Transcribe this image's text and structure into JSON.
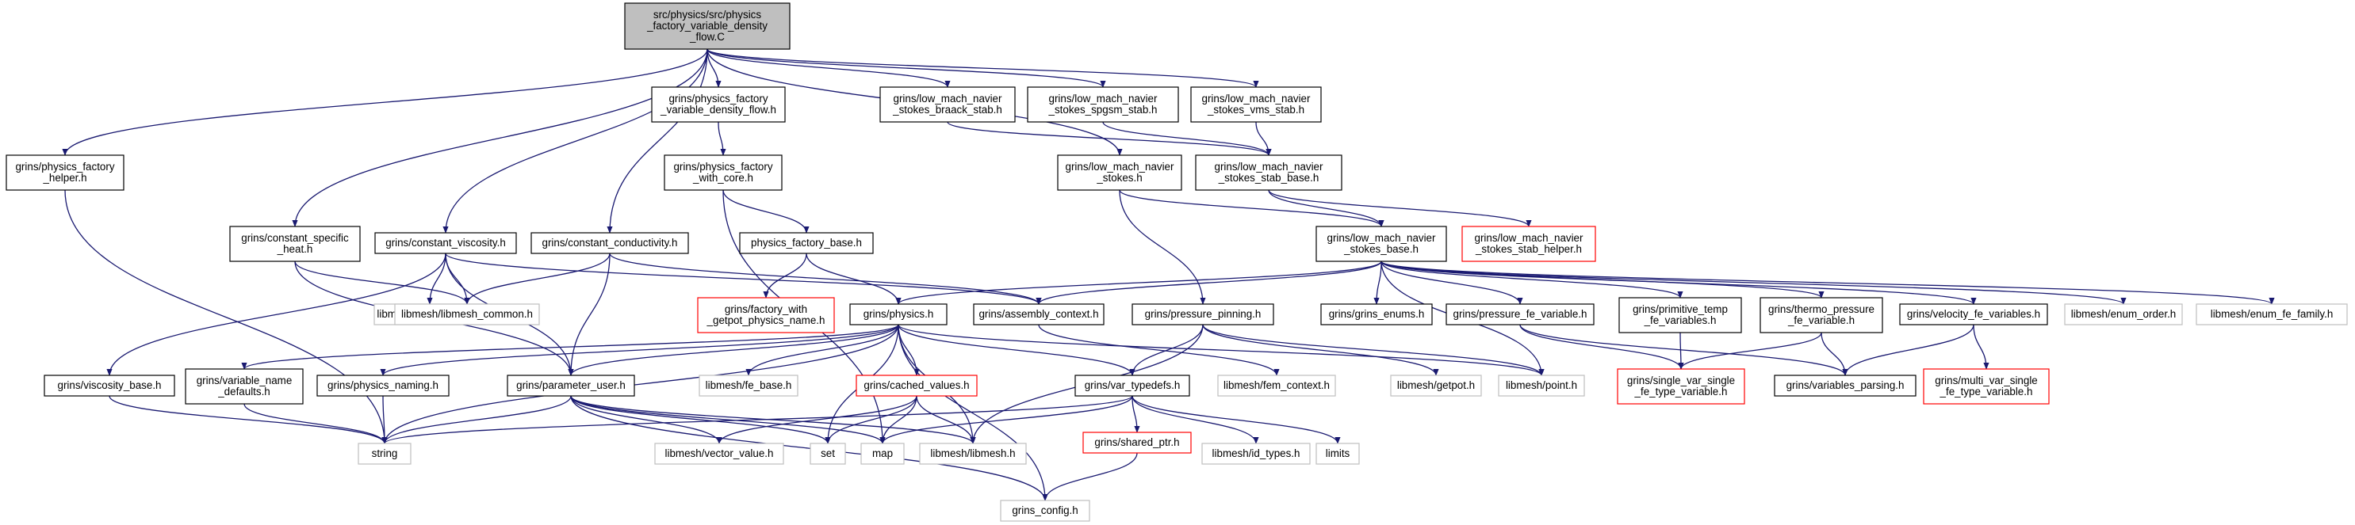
{
  "graph": {
    "colors": {
      "edge": "#191970",
      "root_fill": "#bfbfbf",
      "default_border": "#000000",
      "missing_border": "#ff0000",
      "external_border": "#bfbfbf",
      "text": "#000000"
    },
    "nodes": [
      {
        "id": "root",
        "lines": [
          "src/physics/src/physics",
          "_factory_variable_density",
          "_flow.C"
        ],
        "style": "root"
      },
      {
        "id": "pf_helper",
        "lines": [
          "grins/physics_factory",
          "_helper.h"
        ],
        "style": "default"
      },
      {
        "id": "const_spec_heat",
        "lines": [
          "grins/constant_specific",
          "_heat.h"
        ],
        "style": "default"
      },
      {
        "id": "const_visc",
        "lines": [
          "grins/constant_viscosity.h"
        ],
        "style": "default"
      },
      {
        "id": "const_cond",
        "lines": [
          "grins/constant_conductivity.h"
        ],
        "style": "default"
      },
      {
        "id": "pf_vdf",
        "lines": [
          "grins/physics_factory",
          "_variable_density_flow.h"
        ],
        "style": "default"
      },
      {
        "id": "lmns_braack",
        "lines": [
          "grins/low_mach_navier",
          "_stokes_braack_stab.h"
        ],
        "style": "default"
      },
      {
        "id": "lmns_spgsm",
        "lines": [
          "grins/low_mach_navier",
          "_stokes_spgsm_stab.h"
        ],
        "style": "default"
      },
      {
        "id": "lmns_vms",
        "lines": [
          "grins/low_mach_navier",
          "_stokes_vms_stab.h"
        ],
        "style": "default"
      },
      {
        "id": "pf_core",
        "lines": [
          "grins/physics_factory",
          "_with_core.h"
        ],
        "style": "default"
      },
      {
        "id": "lmns",
        "lines": [
          "grins/low_mach_navier",
          "_stokes.h"
        ],
        "style": "default"
      },
      {
        "id": "lmns_stab_base",
        "lines": [
          "grins/low_mach_navier",
          "_stokes_stab_base.h"
        ],
        "style": "default"
      },
      {
        "id": "pf_base",
        "lines": [
          "physics_factory_base.h"
        ],
        "style": "default"
      },
      {
        "id": "lmns_base",
        "lines": [
          "grins/low_mach_navier",
          "_stokes_base.h"
        ],
        "style": "default"
      },
      {
        "id": "lmns_stab_helper",
        "lines": [
          "grins/low_mach_navier",
          "_stokes_stab_helper.h"
        ],
        "style": "missing"
      },
      {
        "id": "fem_system",
        "lines": [
          "libmesh/fem_system.h"
        ],
        "style": "external"
      },
      {
        "id": "libmesh_common",
        "lines": [
          "libmesh/libmesh_common.h"
        ],
        "style": "external"
      },
      {
        "id": "factory_getpot",
        "lines": [
          "grins/factory_with",
          "_getpot_physics_name.h"
        ],
        "style": "missing"
      },
      {
        "id": "physics",
        "lines": [
          "grins/physics.h"
        ],
        "style": "default"
      },
      {
        "id": "assembly_ctx",
        "lines": [
          "grins/assembly_context.h"
        ],
        "style": "default"
      },
      {
        "id": "pressure_pinning",
        "lines": [
          "grins/pressure_pinning.h"
        ],
        "style": "default"
      },
      {
        "id": "grins_enums",
        "lines": [
          "grins/grins_enums.h"
        ],
        "style": "default"
      },
      {
        "id": "pressure_fe",
        "lines": [
          "grins/pressure_fe_variable.h"
        ],
        "style": "default"
      },
      {
        "id": "prim_temp",
        "lines": [
          "grins/primitive_temp",
          "_fe_variables.h"
        ],
        "style": "default"
      },
      {
        "id": "thermo_press",
        "lines": [
          "grins/thermo_pressure",
          "_fe_variable.h"
        ],
        "style": "default"
      },
      {
        "id": "velocity_fe",
        "lines": [
          "grins/velocity_fe_variables.h"
        ],
        "style": "default"
      },
      {
        "id": "enum_order",
        "lines": [
          "libmesh/enum_order.h"
        ],
        "style": "external"
      },
      {
        "id": "enum_fe_family",
        "lines": [
          "libmesh/enum_fe_family.h"
        ],
        "style": "external"
      },
      {
        "id": "viscosity_base",
        "lines": [
          "grins/viscosity_base.h"
        ],
        "style": "default"
      },
      {
        "id": "var_name_defaults",
        "lines": [
          "grins/variable_name",
          "_defaults.h"
        ],
        "style": "default"
      },
      {
        "id": "physics_naming",
        "lines": [
          "grins/physics_naming.h"
        ],
        "style": "default"
      },
      {
        "id": "param_user",
        "lines": [
          "grins/parameter_user.h"
        ],
        "style": "default"
      },
      {
        "id": "fe_base",
        "lines": [
          "libmesh/fe_base.h"
        ],
        "style": "external"
      },
      {
        "id": "cached_values",
        "lines": [
          "grins/cached_values.h"
        ],
        "style": "missing"
      },
      {
        "id": "var_typedefs",
        "lines": [
          "grins/var_typedefs.h"
        ],
        "style": "default"
      },
      {
        "id": "fem_context",
        "lines": [
          "libmesh/fem_context.h"
        ],
        "style": "external"
      },
      {
        "id": "getpot",
        "lines": [
          "libmesh/getpot.h"
        ],
        "style": "external"
      },
      {
        "id": "point",
        "lines": [
          "libmesh/point.h"
        ],
        "style": "external"
      },
      {
        "id": "single_var",
        "lines": [
          "grins/single_var_single",
          "_fe_type_variable.h"
        ],
        "style": "missing"
      },
      {
        "id": "vars_parsing",
        "lines": [
          "grins/variables_parsing.h"
        ],
        "style": "default"
      },
      {
        "id": "multi_var",
        "lines": [
          "grins/multi_var_single",
          "_fe_type_variable.h"
        ],
        "style": "missing"
      },
      {
        "id": "string",
        "lines": [
          "string"
        ],
        "style": "external"
      },
      {
        "id": "vector_value",
        "lines": [
          "libmesh/vector_value.h"
        ],
        "style": "external"
      },
      {
        "id": "set",
        "lines": [
          "set"
        ],
        "style": "external"
      },
      {
        "id": "map",
        "lines": [
          "map"
        ],
        "style": "external"
      },
      {
        "id": "libmesh",
        "lines": [
          "libmesh/libmesh.h"
        ],
        "style": "external"
      },
      {
        "id": "shared_ptr",
        "lines": [
          "grins/shared_ptr.h"
        ],
        "style": "missing"
      },
      {
        "id": "id_types",
        "lines": [
          "libmesh/id_types.h"
        ],
        "style": "external"
      },
      {
        "id": "limits",
        "lines": [
          "limits"
        ],
        "style": "external"
      },
      {
        "id": "grins_config",
        "lines": [
          "grins_config.h"
        ],
        "style": "external"
      }
    ],
    "edges": [
      [
        "root",
        "pf_helper"
      ],
      [
        "root",
        "const_spec_heat"
      ],
      [
        "root",
        "const_visc"
      ],
      [
        "root",
        "const_cond"
      ],
      [
        "root",
        "pf_vdf"
      ],
      [
        "root",
        "lmns_braack"
      ],
      [
        "root",
        "lmns_spgsm"
      ],
      [
        "root",
        "lmns_vms"
      ],
      [
        "root",
        "lmns"
      ],
      [
        "pf_helper",
        "string"
      ],
      [
        "const_spec_heat",
        "libmesh_common"
      ],
      [
        "const_spec_heat",
        "param_user"
      ],
      [
        "const_visc",
        "fem_system"
      ],
      [
        "const_visc",
        "libmesh_common"
      ],
      [
        "const_visc",
        "viscosity_base"
      ],
      [
        "const_visc",
        "param_user"
      ],
      [
        "const_visc",
        "assembly_ctx"
      ],
      [
        "const_cond",
        "libmesh_common"
      ],
      [
        "const_cond",
        "param_user"
      ],
      [
        "const_cond",
        "assembly_ctx"
      ],
      [
        "pf_vdf",
        "pf_core"
      ],
      [
        "lmns_braack",
        "lmns_stab_base"
      ],
      [
        "lmns_spgsm",
        "lmns_stab_base"
      ],
      [
        "lmns_vms",
        "lmns_stab_base"
      ],
      [
        "pf_core",
        "pf_base"
      ],
      [
        "pf_core",
        "map"
      ],
      [
        "pf_base",
        "factory_getpot"
      ],
      [
        "pf_base",
        "physics"
      ],
      [
        "lmns",
        "lmns_base"
      ],
      [
        "lmns",
        "pressure_pinning"
      ],
      [
        "lmns_stab_base",
        "lmns_base"
      ],
      [
        "lmns_stab_base",
        "lmns_stab_helper"
      ],
      [
        "lmns_base",
        "physics"
      ],
      [
        "lmns_base",
        "assembly_ctx"
      ],
      [
        "lmns_base",
        "grins_enums"
      ],
      [
        "lmns_base",
        "pressure_fe"
      ],
      [
        "lmns_base",
        "prim_temp"
      ],
      [
        "lmns_base",
        "thermo_press"
      ],
      [
        "lmns_base",
        "velocity_fe"
      ],
      [
        "lmns_base",
        "enum_order"
      ],
      [
        "lmns_base",
        "enum_fe_family"
      ],
      [
        "lmns_base",
        "point"
      ],
      [
        "physics",
        "var_name_defaults"
      ],
      [
        "physics",
        "physics_naming"
      ],
      [
        "physics",
        "param_user"
      ],
      [
        "physics",
        "fe_base"
      ],
      [
        "physics",
        "cached_values"
      ],
      [
        "physics",
        "var_typedefs"
      ],
      [
        "physics",
        "string"
      ],
      [
        "physics",
        "set"
      ],
      [
        "physics",
        "libmesh"
      ],
      [
        "physics",
        "grins_config"
      ],
      [
        "physics",
        "point"
      ],
      [
        "assembly_ctx",
        "fem_context"
      ],
      [
        "pressure_pinning",
        "var_typedefs"
      ],
      [
        "pressure_pinning",
        "getpot"
      ],
      [
        "pressure_pinning",
        "point"
      ],
      [
        "pressure_pinning",
        "libmesh"
      ],
      [
        "pressure_fe",
        "single_var"
      ],
      [
        "pressure_fe",
        "vars_parsing"
      ],
      [
        "prim_temp",
        "single_var"
      ],
      [
        "thermo_press",
        "single_var"
      ],
      [
        "thermo_press",
        "vars_parsing"
      ],
      [
        "velocity_fe",
        "multi_var"
      ],
      [
        "velocity_fe",
        "vars_parsing"
      ],
      [
        "viscosity_base",
        "string"
      ],
      [
        "var_name_defaults",
        "string"
      ],
      [
        "physics_naming",
        "string"
      ],
      [
        "param_user",
        "string"
      ],
      [
        "param_user",
        "vector_value"
      ],
      [
        "param_user",
        "set"
      ],
      [
        "param_user",
        "map"
      ],
      [
        "param_user",
        "libmesh"
      ],
      [
        "param_user",
        "grins_config"
      ],
      [
        "cached_values",
        "vector_value"
      ],
      [
        "cached_values",
        "set"
      ],
      [
        "cached_values",
        "map"
      ],
      [
        "cached_values",
        "libmesh"
      ],
      [
        "var_typedefs",
        "string"
      ],
      [
        "var_typedefs",
        "map"
      ],
      [
        "var_typedefs",
        "shared_ptr"
      ],
      [
        "var_typedefs",
        "id_types"
      ],
      [
        "var_typedefs",
        "limits"
      ],
      [
        "shared_ptr",
        "grins_config"
      ]
    ]
  }
}
